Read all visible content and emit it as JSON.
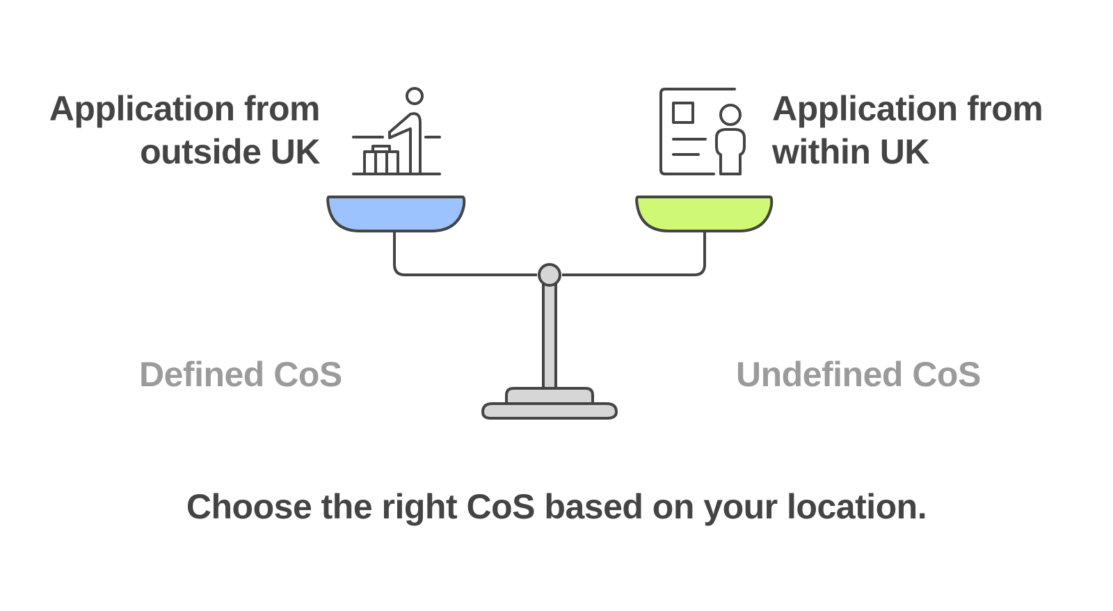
{
  "left_option": {
    "title_line1": "Application from",
    "title_line2": "outside UK",
    "tag": "Defined CoS",
    "icon": "podium-person-icon",
    "pan_color": "#9cc3fd"
  },
  "right_option": {
    "title_line1": "Application from",
    "title_line2": "within UK",
    "tag": "Undefined CoS",
    "icon": "id-card-person-icon",
    "pan_color": "#cff874"
  },
  "caption": "Choose the right CoS based on your location.",
  "colors": {
    "ink": "#444444",
    "muted": "#9b9b9b",
    "stand": "#d6d6d6"
  }
}
